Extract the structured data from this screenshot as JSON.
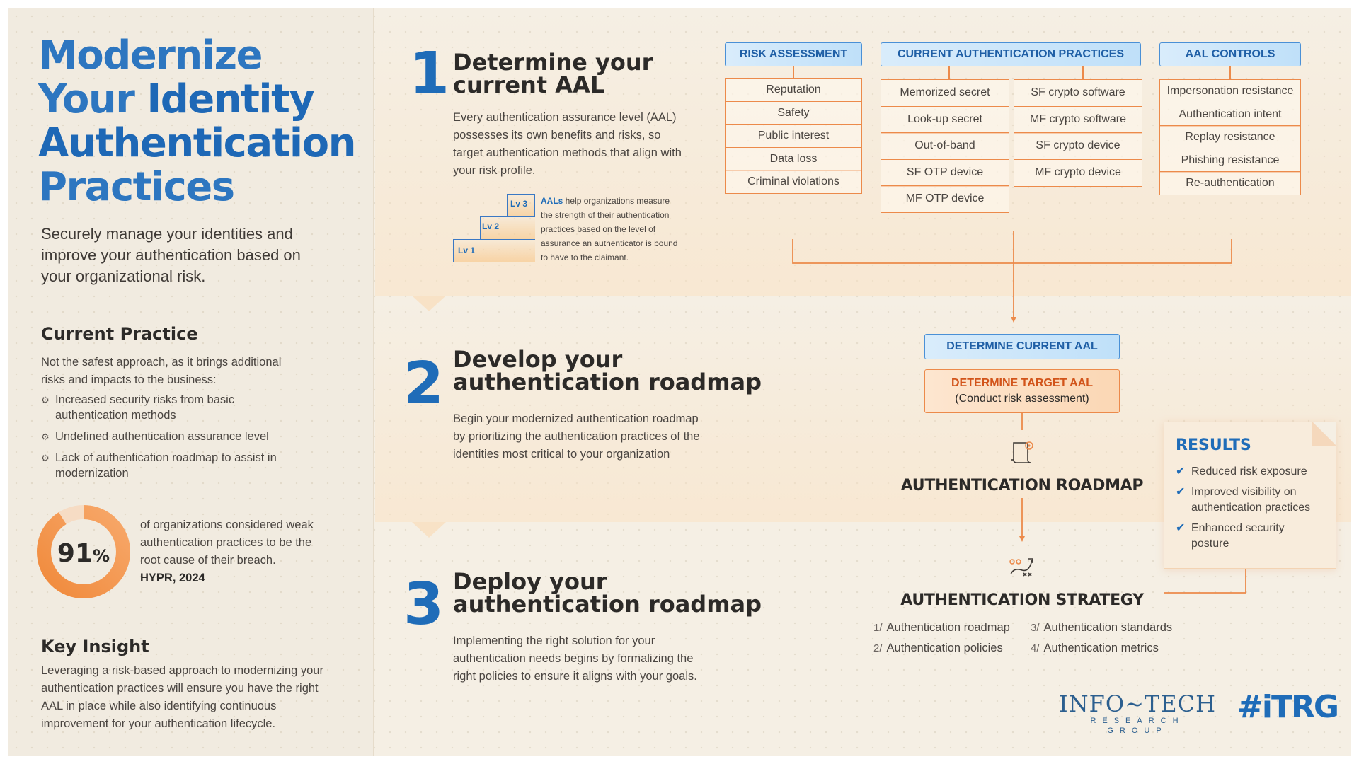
{
  "hero": {
    "title_line1": "Modernize",
    "title_line2_regular": "Your ",
    "title_line2_bold": "Identity",
    "title_line3": "Authentication",
    "title_line4": "Practices",
    "subtitle": "Securely manage your identities and improve your authentication based on your organizational risk."
  },
  "current_practice": {
    "heading": "Current Practice",
    "description": "Not the safest approach, as it brings additional risks and impacts to the business:",
    "items": [
      "Increased security risks from basic authentication methods",
      "Undefined authentication assurance level",
      "Lack of authentication roadmap to assist in modernization"
    ]
  },
  "stat": {
    "value": 91,
    "display_value": "91",
    "unit": "%",
    "text": "of organizations considered weak authentication practices to be the root cause of their breach.",
    "source": "HYPR, 2024"
  },
  "key_insight": {
    "heading": "Key Insight",
    "text": "Leveraging a risk-based approach to modernizing your authentication practices will ensure you have the right AAL in place while also identifying continuous improvement for your authentication lifecycle."
  },
  "steps": [
    {
      "number": "1",
      "title_line1": "Determine your",
      "title_line2": "current AAL",
      "description": "Every authentication assurance level (AAL) possesses its own benefits and risks, so target authentication methods that align with your risk profile."
    },
    {
      "number": "2",
      "title_line1": "Develop your",
      "title_line2": "authentication roadmap",
      "description": "Begin your modernized authentication roadmap by prioritizing the authentication practices of the identities most critical to your organization"
    },
    {
      "number": "3",
      "title_line1": "Deploy your",
      "title_line2": "authentication roadmap",
      "description": "Implementing the right solution for your authentication needs begins by formalizing the right policies to ensure it aligns with your goals."
    }
  ],
  "aal_levels": [
    "Lv 1",
    "Lv 2",
    "Lv 3"
  ],
  "aal_note": {
    "bold": "AALs",
    "text": " help organizations measure the strength of their authentication practices based on the level of assurance an authenticator is bound to have to the claimant."
  },
  "risk_assessment": {
    "heading": "RISK ASSESSMENT",
    "items": [
      "Reputation",
      "Safety",
      "Public interest",
      "Data loss",
      "Criminal violations"
    ]
  },
  "current_auth_practices": {
    "heading": "CURRENT AUTHENTICATION PRACTICES",
    "col1": [
      "Memorized secret",
      "Look-up secret",
      "Out-of-band",
      "SF OTP device",
      "MF OTP device"
    ],
    "col2": [
      "SF crypto software",
      "MF crypto software",
      "SF crypto device",
      "MF crypto device"
    ]
  },
  "aal_controls": {
    "heading": "AAL CONTROLS",
    "items": [
      "Impersonation resistance",
      "Authentication intent",
      "Replay resistance",
      "Phishing resistance",
      "Re-authentication"
    ]
  },
  "flow": {
    "determine_current": "DETERMINE CURRENT AAL",
    "determine_target": "DETERMINE TARGET AAL",
    "determine_target_sub": "(Conduct risk assessment)",
    "roadmap_label": "AUTHENTICATION ROADMAP",
    "strategy_label": "AUTHENTICATION STRATEGY",
    "strategy_items": [
      {
        "num": "1/",
        "label": "Authentication roadmap"
      },
      {
        "num": "3/",
        "label": "Authentication standards"
      },
      {
        "num": "2/",
        "label": "Authentication policies"
      },
      {
        "num": "4/",
        "label": "Authentication metrics"
      }
    ]
  },
  "results": {
    "heading": "RESULTS",
    "items": [
      "Reduced risk exposure",
      "Improved visibility on authentication practices",
      "Enhanced security posture"
    ]
  },
  "logos": {
    "infotech_main": "INFO~TECH",
    "infotech_sub": "RESEARCH GROUP",
    "itrg": "#iTRG"
  },
  "colors": {
    "accent_blue": "#1f6cb8",
    "accent_orange": "#ec8a4a",
    "background": "#f5efe4"
  },
  "icons": {
    "bullet": "gear-icon",
    "result_bullet": "check-icon",
    "roadmap": "roadmap-doc-icon",
    "strategy": "strategy-icon"
  }
}
